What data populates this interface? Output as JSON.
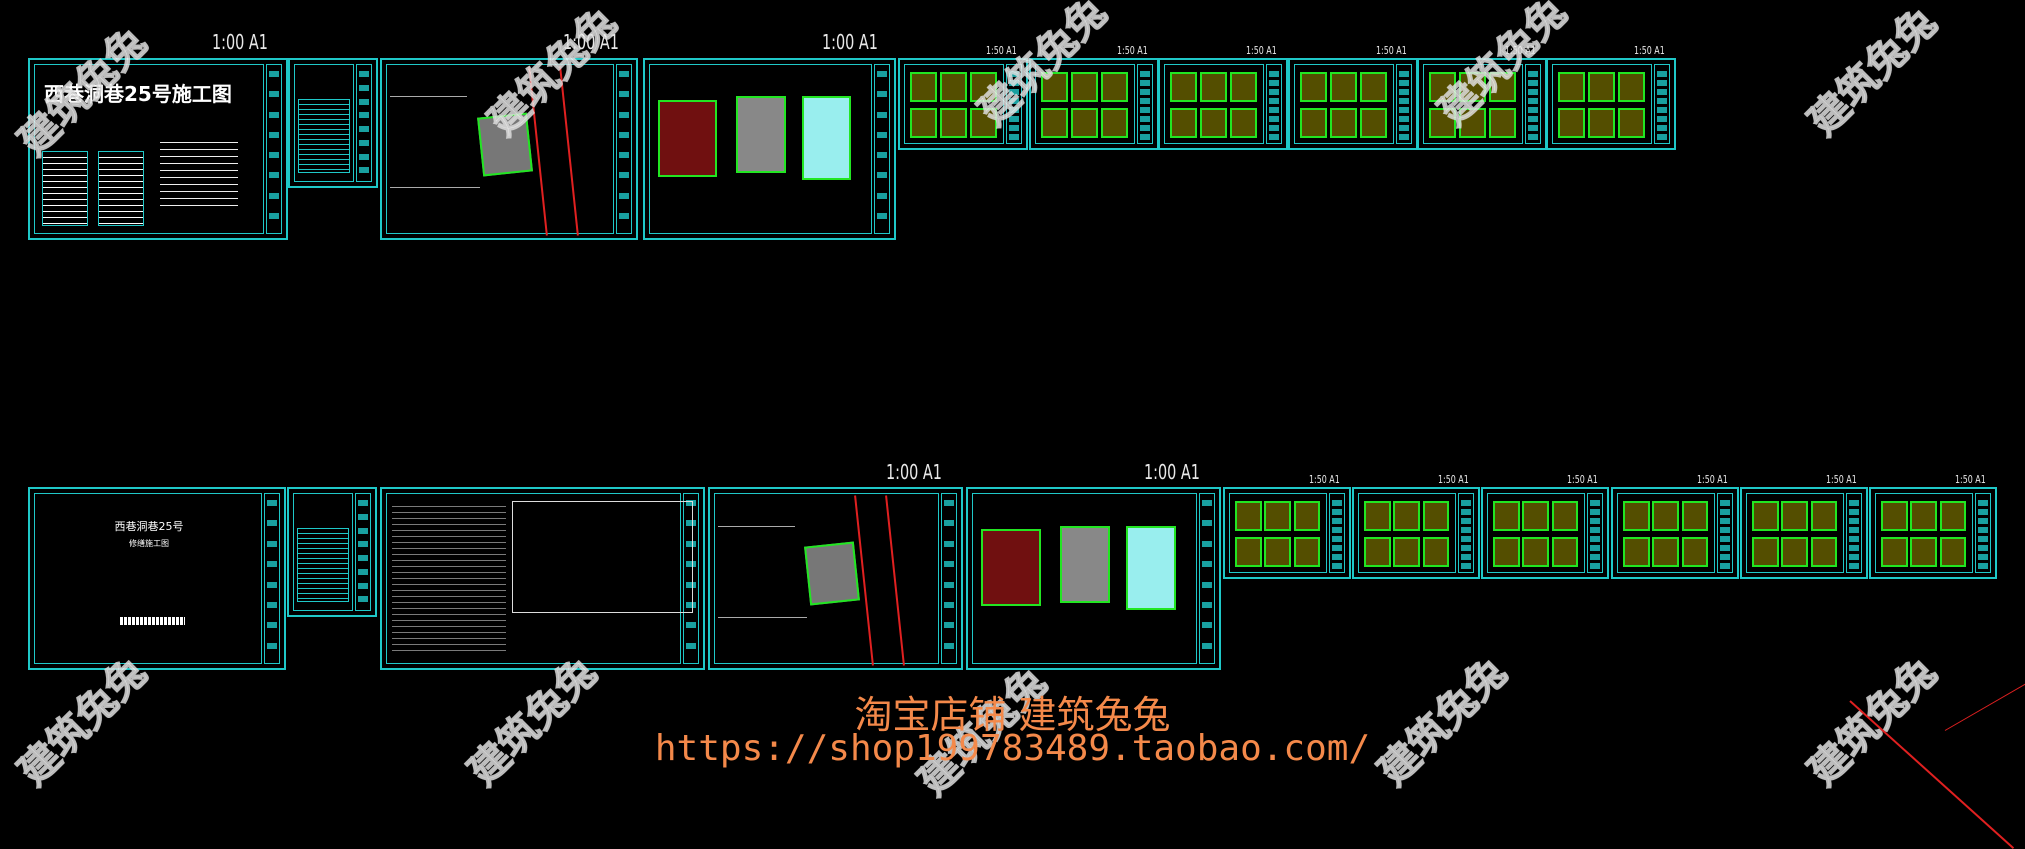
{
  "scale_labels": {
    "large": "1:00 A1",
    "small": "1:50 A1"
  },
  "sheets": {
    "top_cover_title": "西巷洞巷25号施工图",
    "bottom_cover_title": "西巷洞巷25号",
    "bottom_cover_subtitle": "修缮施工图"
  },
  "watermark": {
    "text": "建筑兔兔",
    "shop_line": "淘宝店铺 建筑兔兔",
    "url": "https://shop199783489.taobao.com/"
  },
  "colors": {
    "background": "#000000",
    "sheet_border": "#1fc8c8",
    "promo": "#f4894a",
    "drawing_green": "#22e622",
    "drawing_yellow": "#f0e000",
    "drawing_orange": "#f5a000",
    "drawing_red": "#e02020"
  }
}
